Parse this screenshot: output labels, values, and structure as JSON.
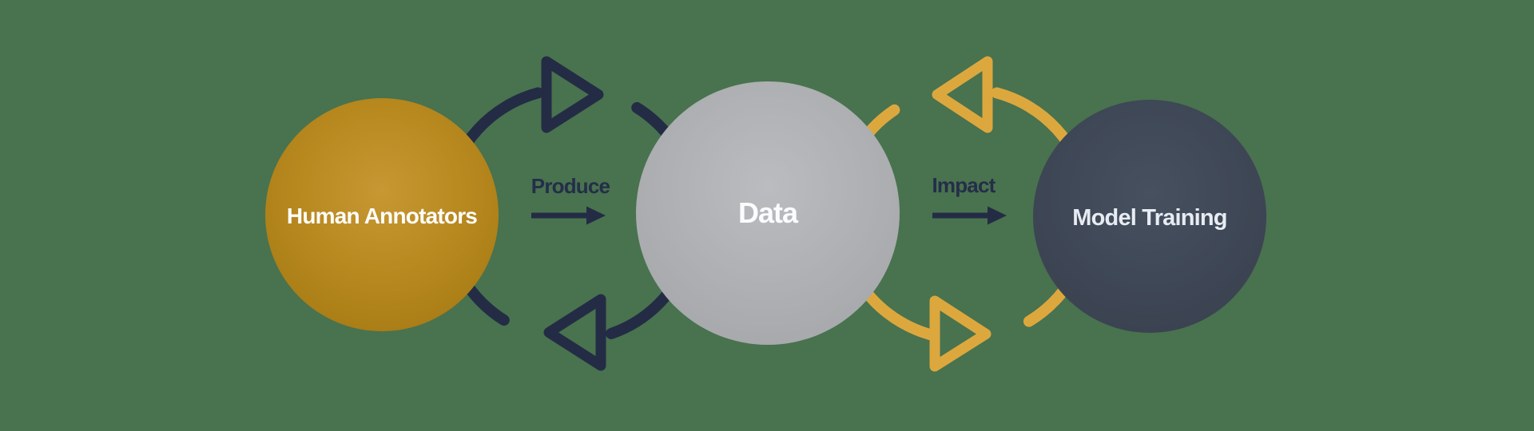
{
  "colors": {
    "background": "#49724F",
    "navy": "#232C44",
    "gold": "#DCA83E",
    "flow_label": "#242E48"
  },
  "nodes": [
    {
      "id": "human-annotators",
      "label": "Human Annotators",
      "fill_center": "#C79833",
      "fill_edge": "#A87C15",
      "text_color": "#FDFDFD"
    },
    {
      "id": "data",
      "label": "Data",
      "fill_center": "#BABCBF",
      "fill_edge": "#A6A8AB",
      "text_color": "#FBFCFD"
    },
    {
      "id": "model-training",
      "label": "Model Training",
      "fill_center": "#46505F",
      "fill_edge": "#3A4250",
      "text_color": "#E8ECF2"
    }
  ],
  "flows": [
    {
      "label": "Produce",
      "from": "Human Annotators",
      "to": "Data"
    },
    {
      "label": "Impact",
      "from": "Data",
      "to": "Model Training"
    }
  ],
  "cycles": [
    {
      "between": [
        "Human Annotators",
        "Data"
      ],
      "color": "#232C44",
      "top_arrow_direction": "right",
      "bottom_arrow_direction": "left"
    },
    {
      "between": [
        "Data",
        "Model Training"
      ],
      "color": "#DCA83E",
      "top_arrow_direction": "left",
      "bottom_arrow_direction": "right"
    }
  ]
}
